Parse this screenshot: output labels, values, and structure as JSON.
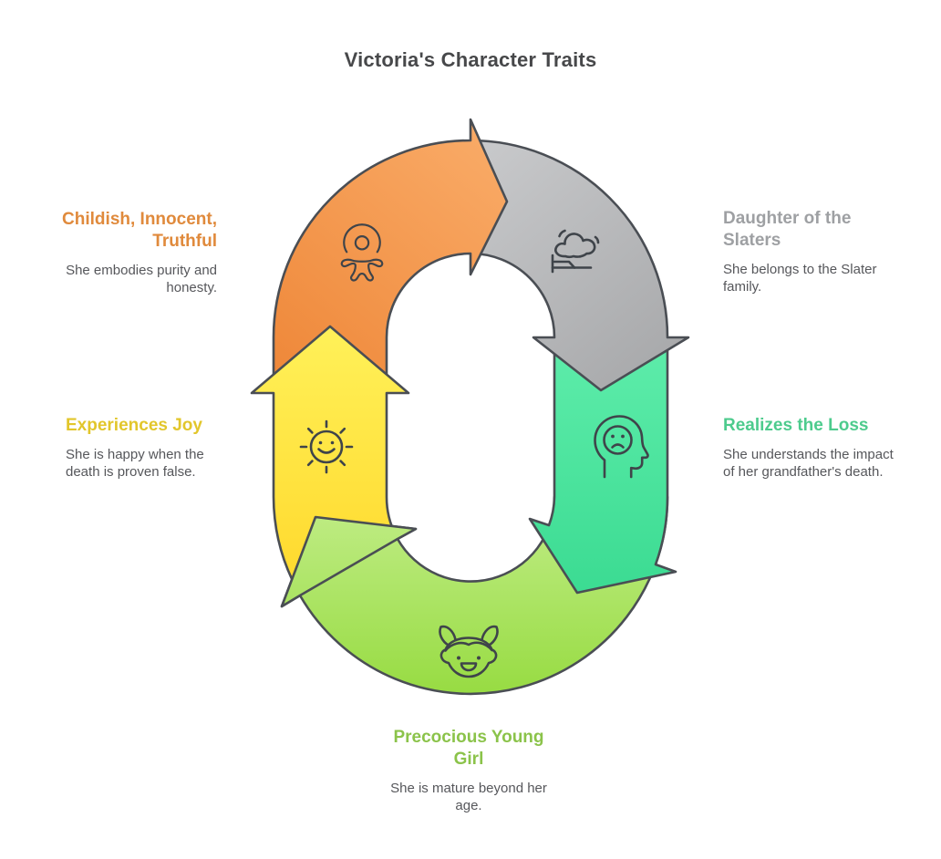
{
  "title": "Victoria's Character Traits",
  "colors": {
    "title_color": "#47484A",
    "desc_color": "#56575B",
    "outline": "#4A4E54",
    "icon_stroke": "#3F444A",
    "orange_dark": "#EE8637",
    "orange_light": "#F9AA66",
    "gray_light": "#C9CACC",
    "gray_dark": "#A5A6A8",
    "green_light": "#5FEDAB",
    "green_dark": "#3BDB92",
    "yellow_light": "#FFF159",
    "yellow_dark": "#FFD92D",
    "lime_light": "#BFEC84",
    "lime_dark": "#96DB40"
  },
  "traits": [
    {
      "heading": "Childish, Innocent,\nTruthful",
      "description": "She embodies purity and\nhonesty.",
      "heading_color": "#E08A3C",
      "icon": "baby-icon"
    },
    {
      "heading": "Daughter of the\nSlaters",
      "description": "She belongs to the Slater\nfamily.",
      "heading_color": "#9EA0A3",
      "icon": "dream-bed-icon"
    },
    {
      "heading": "Experiences Joy",
      "description": "She is happy when the\ndeath is proven false.",
      "heading_color": "#E2C62B",
      "icon": "smiling-sun-icon"
    },
    {
      "heading": "Realizes the Loss",
      "description": "She understands the impact\nof her grandfather's death.",
      "heading_color": "#4DCB8D",
      "icon": "sad-head-icon"
    },
    {
      "heading": "Precocious Young\nGirl",
      "description": "She is mature beyond her\nage.",
      "heading_color": "#8BC34A",
      "icon": "girl-face-icon"
    }
  ]
}
